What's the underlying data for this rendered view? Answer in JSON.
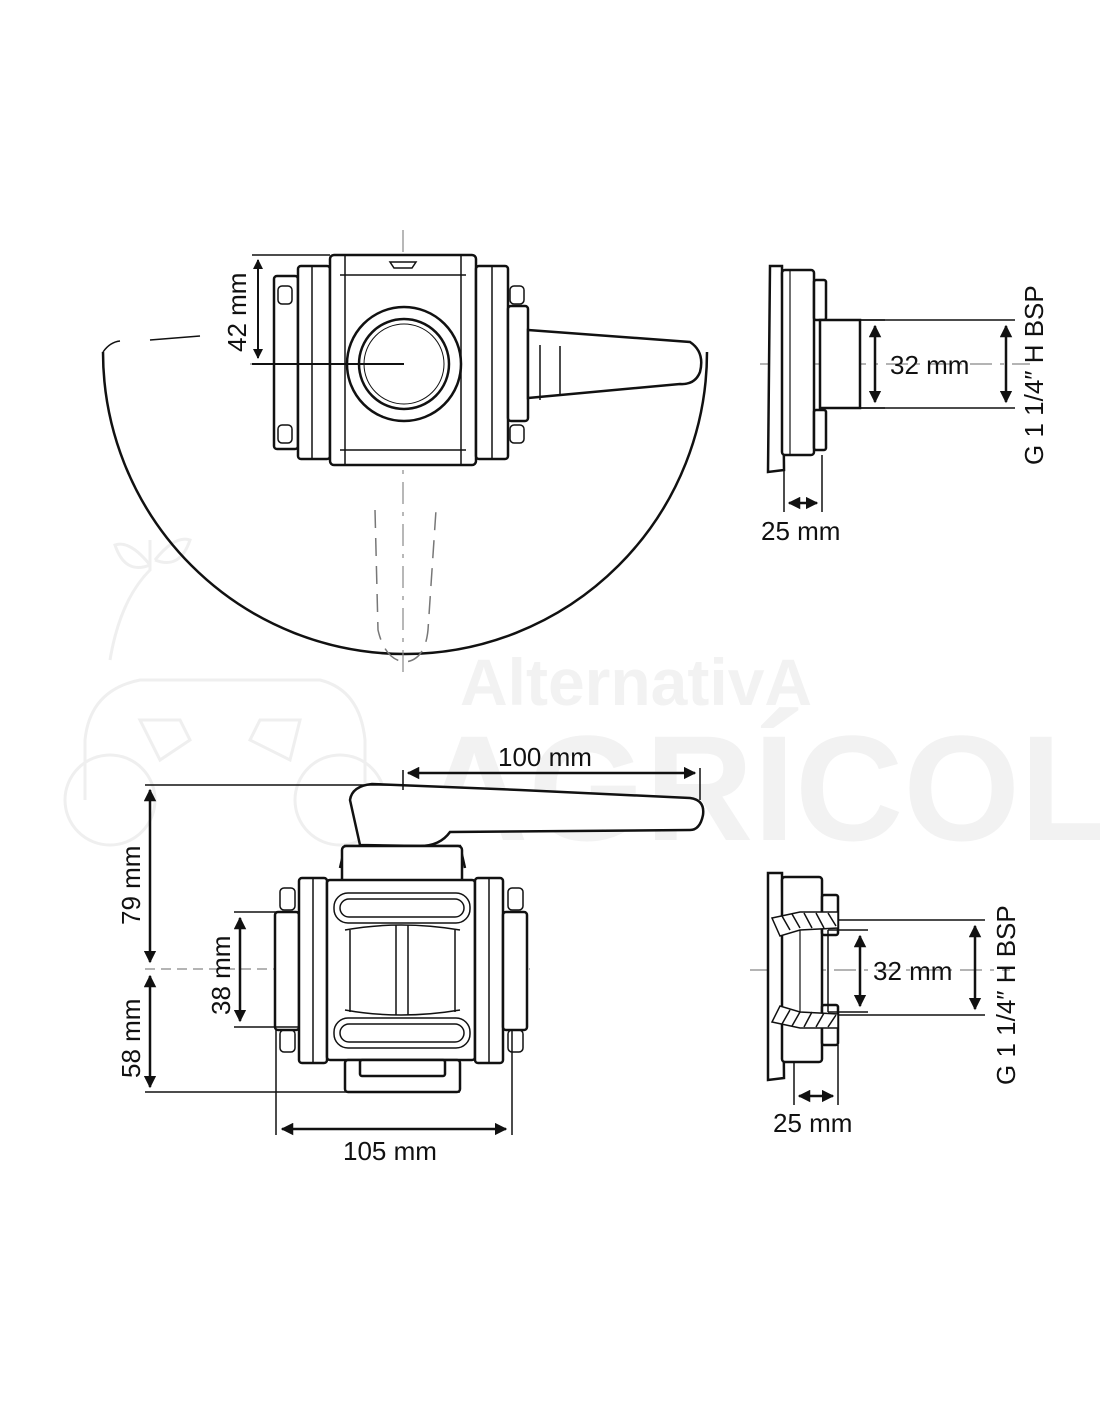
{
  "watermark": {
    "line1": "AlternativA",
    "line2": "AGRÍCOLA"
  },
  "top_view": {
    "height_label": "42 mm"
  },
  "top_side_view": {
    "bore_label": "32 mm",
    "thread_label": "G 1 1/4″ H BSP",
    "depth_label": "25 mm"
  },
  "front_view": {
    "handle_label": "100 mm",
    "upper_height_label": "79 mm",
    "lower_height_label": "58 mm",
    "bore_label": "38 mm",
    "width_label": "105 mm"
  },
  "bottom_side_view": {
    "bore_label": "32 mm",
    "thread_label": "G 1 1/4″ H BSP",
    "depth_label": "25 mm"
  }
}
